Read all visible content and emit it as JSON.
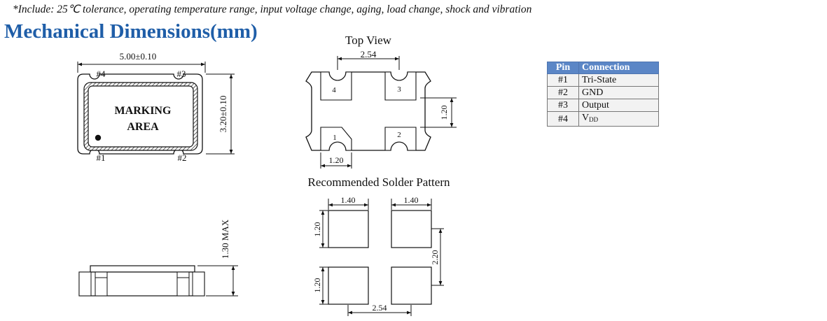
{
  "note": "*Include: 25℃ tolerance, operating temperature range, input voltage change, aging, load change, shock and vibration",
  "title": "Mechanical Dimensions(mm)",
  "package_view": {
    "width_dim": "5.00±0.10",
    "height_dim": "3.20±0.10",
    "marking_line1": "MARKING",
    "marking_line2": "AREA",
    "corner_labels": [
      "#4",
      "#3",
      "#1",
      "#2"
    ]
  },
  "top_view": {
    "title": "Top View",
    "pitch_dim": "2.54",
    "height_dim": "1.20",
    "width_dim": "1.20",
    "pad_numbers": [
      "4",
      "3",
      "1",
      "2"
    ]
  },
  "side_view": {
    "height_dim": "1.30 MAX"
  },
  "solder_pattern": {
    "title": "Recommended  Solder Pattern",
    "pad_width_left": "1.40",
    "pad_width_right": "1.40",
    "pad_height_top": "1.20",
    "pad_height_bottom": "1.20",
    "vertical_pitch": "2.20",
    "horizontal_pitch": "2.54"
  },
  "pin_table": {
    "headers": [
      "Pin",
      "Connection"
    ],
    "rows": [
      {
        "pin": "#1",
        "connection": "Tri-State"
      },
      {
        "pin": "#2",
        "connection": "GND"
      },
      {
        "pin": "#3",
        "connection": "Output"
      },
      {
        "pin": "#4",
        "connection_main": "V",
        "connection_sub": "DD"
      }
    ]
  }
}
